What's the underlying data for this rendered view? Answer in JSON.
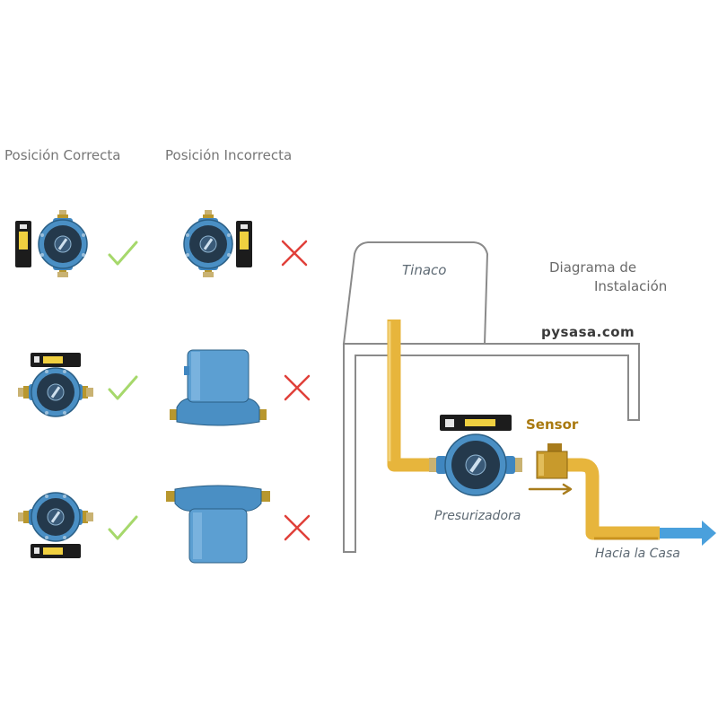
{
  "headers": {
    "correct": "Posición Correcta",
    "incorrect": "Posición Incorrecta"
  },
  "install": {
    "tank_label": "Tinaco",
    "title_line1": "Diagrama de",
    "title_line2": "Instalación",
    "website": "pysasa.com",
    "sensor_label": "Sensor",
    "pump_label": "Presurizadora",
    "outlet_label": "Hacia la Casa"
  },
  "examples": [
    {
      "correct": "pump-front-terminal-box-left",
      "incorrect": "pump-front-terminal-box-right"
    },
    {
      "correct": "pump-front-terminal-box-top",
      "incorrect": "pump-side-motor-up"
    },
    {
      "correct": "pump-front-terminal-box-bottom",
      "incorrect": "pump-side-motor-down"
    }
  ],
  "marks": {
    "check_symbol": "check-icon",
    "cross_symbol": "cross-icon"
  },
  "colors": {
    "pump_blue": "#4a8fc4",
    "pump_dark": "#1f4560",
    "pipe_yellow": "#e7b53c",
    "brass": "#caa13a",
    "check_green": "#a6d86b",
    "cross_red": "#e0403a",
    "arrow_blue": "#4aa0dc",
    "structure_gray": "#8a8a8a"
  }
}
